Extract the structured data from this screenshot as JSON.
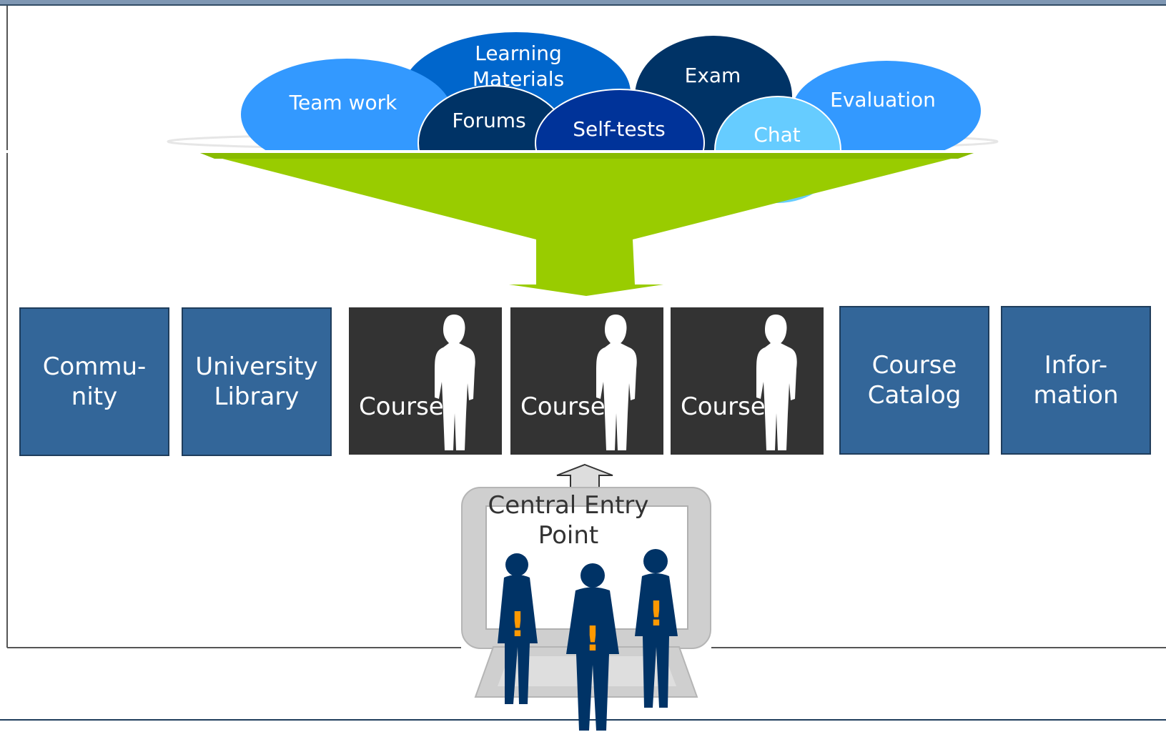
{
  "bubbles": {
    "team_work": "Team work",
    "learning_materials_1": "Learning",
    "learning_materials_2": "Materials",
    "forums": "Forums",
    "self_tests": "Self-tests",
    "exam": "Exam",
    "chat": "Chat",
    "evaluation": "Evaluation"
  },
  "boxes": {
    "community": "Commu-\nnity",
    "university_library": "University\nLibrary",
    "course_1": "Course",
    "course_2": "Course",
    "course_3": "Course",
    "course_catalog": "Course\nCatalog",
    "information": "Infor-\nmation"
  },
  "entry_point": {
    "label": "Central Entry\nPoint",
    "alert_symbol": "!"
  },
  "colors": {
    "funnel_green": "#99cc00",
    "box_blue": "#336699",
    "course_dark": "#333333",
    "people_navy": "#003366",
    "alert_orange": "#ff9900",
    "bubble_light_blue": "#3399ff",
    "bubble_mid_blue": "#0066cc",
    "bubble_navy": "#003366",
    "bubble_sky": "#66ccff"
  }
}
